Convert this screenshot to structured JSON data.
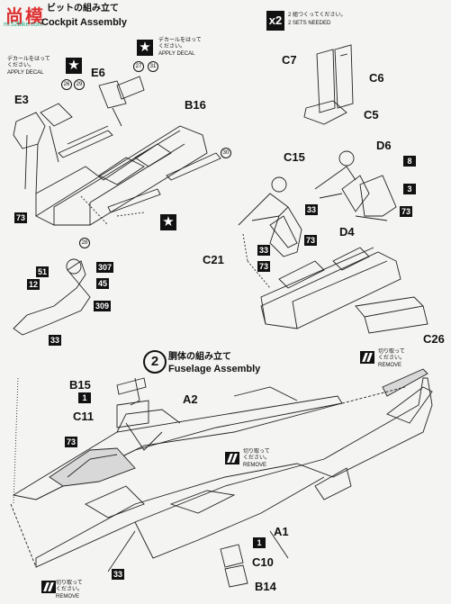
{
  "watermark": {
    "chars": "尚模",
    "url": "m.52bike.com"
  },
  "header": {
    "jp": "ビットの組み立て",
    "en": "Cockpit Assembly"
  },
  "x2": {
    "label": "x2",
    "jp": "2 組つくってください。",
    "en": "2 SETS NEEDED"
  },
  "decals": [
    {
      "jp": "デカールをはって\nください。",
      "en": "APPLY DECAL"
    },
    {
      "jp": "デカールをはって\nください。",
      "en": "APPLY DECAL"
    }
  ],
  "labels": {
    "E3": "E3",
    "E6": "E6",
    "B16": "B16",
    "C7": "C7",
    "C6": "C6",
    "C5": "C5",
    "C15": "C15",
    "D6": "D6",
    "D4": "D4",
    "C21": "C21",
    "C26": "C26",
    "B15": "B15",
    "A2": "A2",
    "C11": "C11",
    "A1": "A1",
    "C10": "C10",
    "B14": "B14"
  },
  "decal_numbers": {
    "n26": "26",
    "n29": "29",
    "n27": "27",
    "n31": "31",
    "n30": "30",
    "n28": "28"
  },
  "paint_codes": {
    "c73a": "73",
    "c8": "8",
    "c3": "3",
    "c73b": "73",
    "c33a": "33",
    "c73c": "73",
    "c33b": "33",
    "c73d": "73",
    "c51": "51",
    "c307": "307",
    "c12": "12",
    "c45": "45",
    "c309": "309",
    "c33c": "33",
    "c1a": "1",
    "c73e": "73",
    "c1b": "1",
    "c33d": "33"
  },
  "step2": {
    "num": "2",
    "jp": "胴体の組み立て",
    "en": "Fuselage Assembly"
  },
  "remove_notes": [
    {
      "jp": "切り取って\nください。",
      "en": "REMOVE"
    },
    {
      "jp": "切り取って\nください。",
      "en": "REMOVE"
    },
    {
      "jp": "切り取って\nください。",
      "en": "REMOVE"
    }
  ]
}
